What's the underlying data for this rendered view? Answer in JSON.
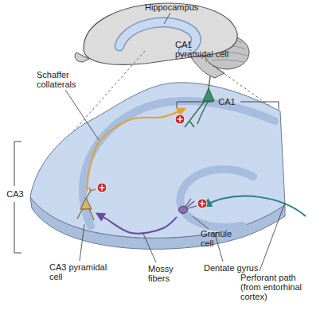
{
  "diagram": {
    "nodes": [
      {
        "text": [
          "CA1 pyramidal cell"
        ]
      },
      {
        "text": [
          "CA3 pyramidal cell"
        ]
      },
      {
        "text": [
          "Granule cell"
        ]
      }
    ],
    "edges": [
      {
        "from": 1,
        "to": 0,
        "arrow": "to",
        "label": "Schaffer collaterals"
      },
      {
        "from": 2,
        "to": 1,
        "arrow": "to",
        "label": "Mossy fibers"
      }
    ],
    "labels": [
      "Hippocampus",
      "CA1",
      "CA3",
      "Dentate gyrus",
      "Perforant path (from entorhinal cortex)"
    ]
  }
}
